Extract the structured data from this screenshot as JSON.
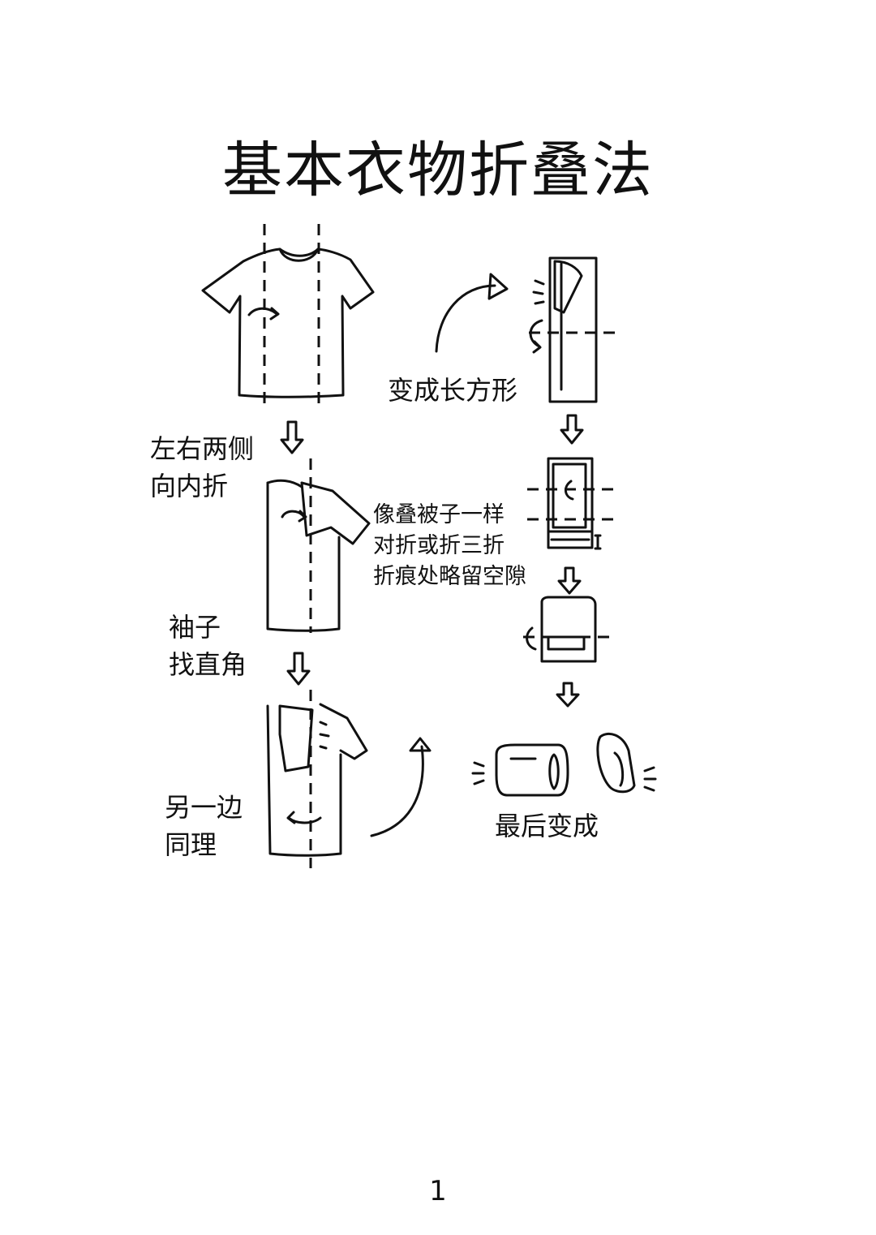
{
  "title": "基本衣物折叠法",
  "steps": {
    "fold_sides": [
      "左右两侧",
      "向内折"
    ],
    "sleeve": [
      "袖子",
      "找直角"
    ],
    "other_side": [
      "另一边",
      "同理"
    ],
    "rectangle": "变成长方形",
    "quilt": [
      "像叠被子一样",
      "对折或折三折",
      "折痕处略留空隙"
    ],
    "final": "最后变成"
  },
  "page_number": "1"
}
